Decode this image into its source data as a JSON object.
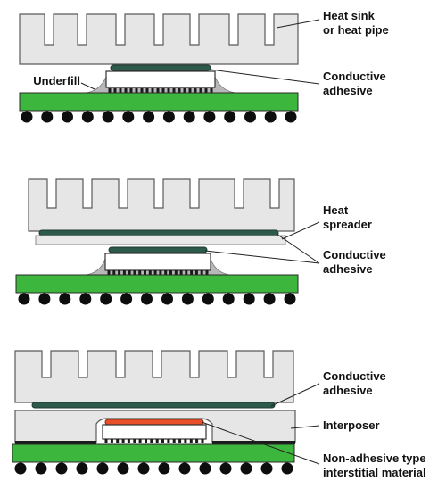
{
  "colors": {
    "heat_sink": "#e6e6e6",
    "pcb": "#3db63d",
    "conductive_adhesive": "#2d5a4a",
    "heat_spreader": "#e9e9e9",
    "interposer_fill": "#e6e6e6",
    "non_adhesive_material": "#e8502a",
    "solder_balls": "#0d0d0d",
    "underfill": "#b8b8b8"
  },
  "panels": [
    {
      "labels": {
        "heat_sink": "Heat sink or heat pipe",
        "underfill": "Underfill",
        "adhesive": "Conductive adhesive"
      }
    },
    {
      "labels": {
        "spreader": "Heat spreader",
        "adhesive": "Conductive adhesive"
      }
    },
    {
      "labels": {
        "adhesive": "Conductive adhesive",
        "interposer": "Interposer",
        "material": "Non-adhesive type interstitial material"
      }
    }
  ]
}
